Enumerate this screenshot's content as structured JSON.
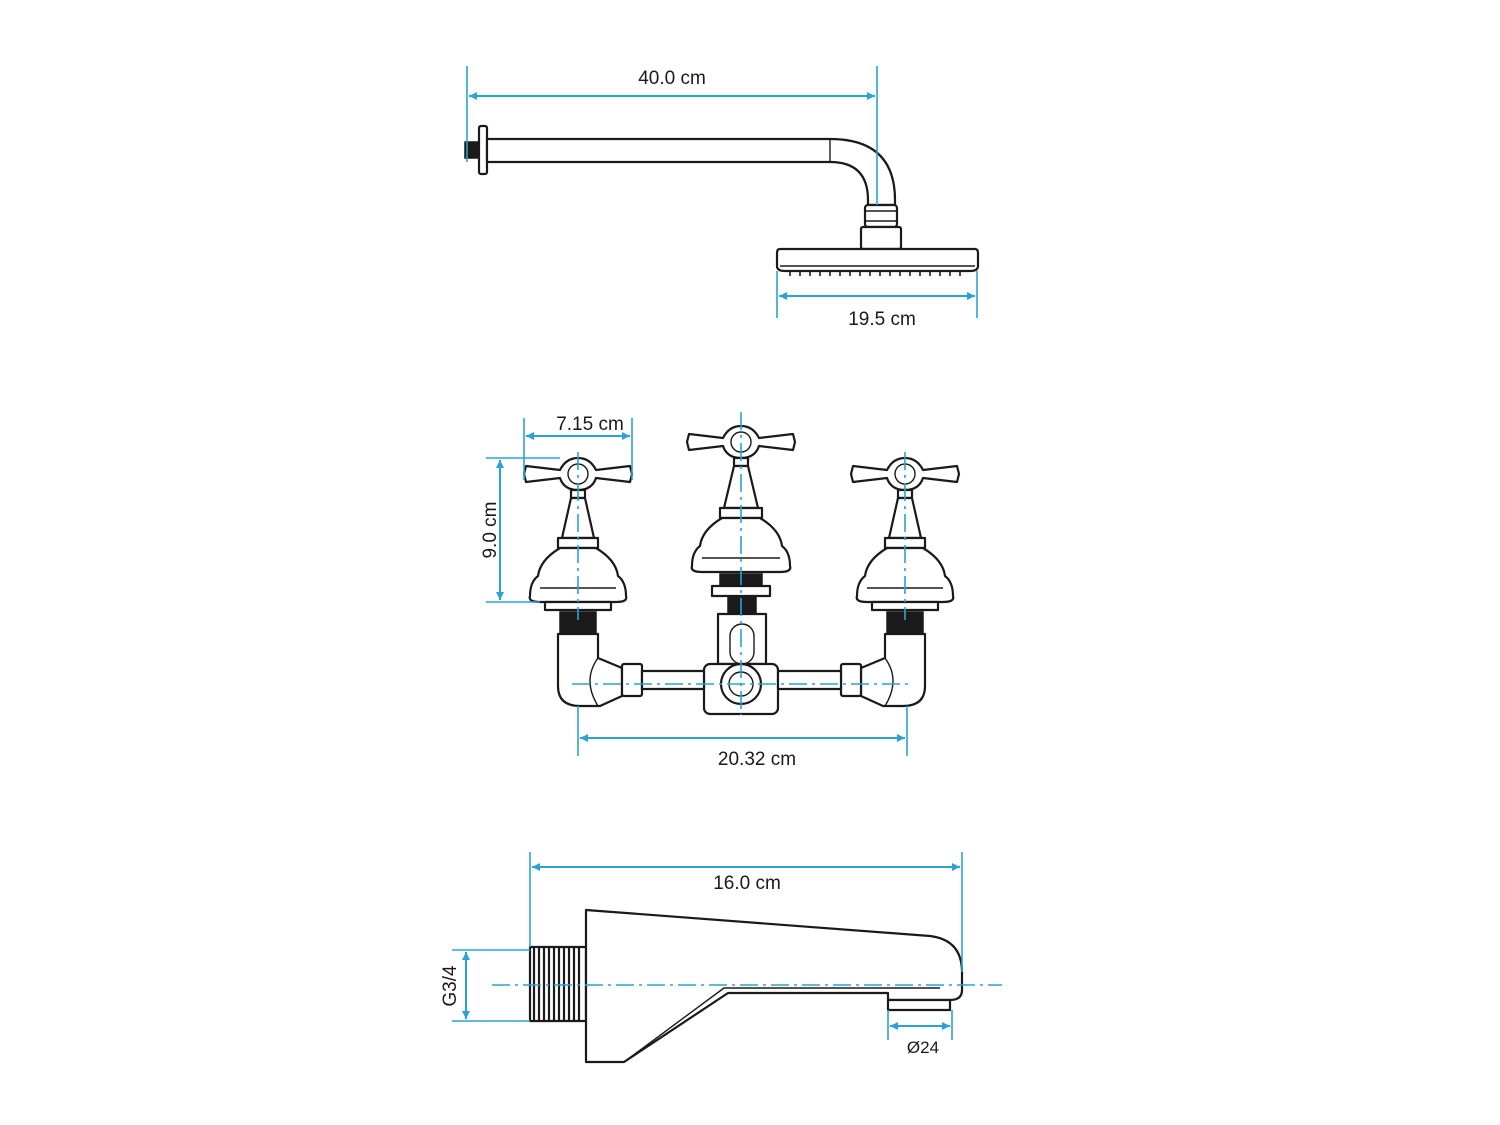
{
  "dimensions": {
    "arm_length": "40.0 cm",
    "head_diameter": "19.5 cm",
    "handle_width": "7.15 cm",
    "valve_height": "9.0 cm",
    "valve_spacing": "20.32 cm",
    "spout_length": "16.0 cm",
    "spout_thread": "G3/4",
    "outlet_diameter": "Ø24"
  },
  "colors": {
    "dimension_lines": "#29a3d6",
    "outline": "#1a1a1a"
  }
}
